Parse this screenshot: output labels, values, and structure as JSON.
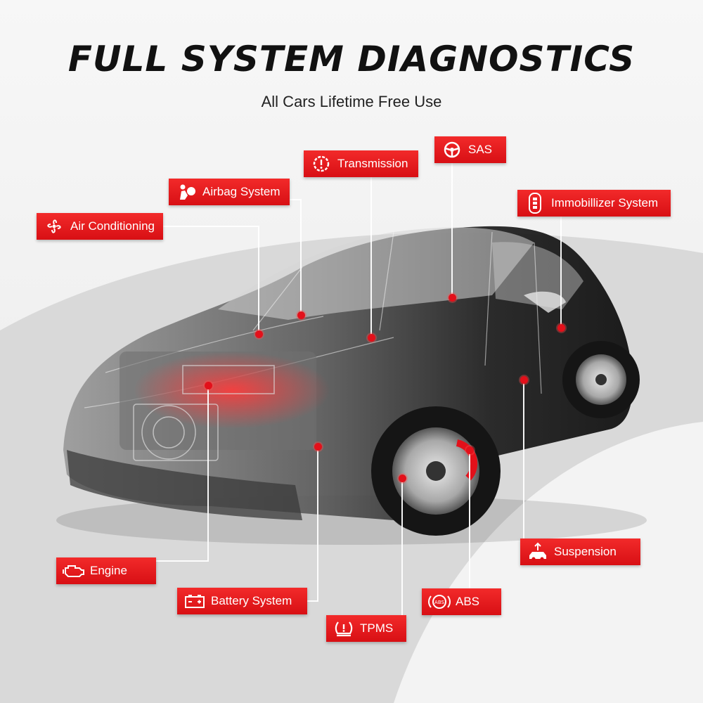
{
  "header": {
    "title": "FULL SYSTEM DIAGNOSTICS",
    "subtitle": "All Cars Lifetime Free Use"
  },
  "colors": {
    "accent": "#e3101a",
    "tag_background": "#d80f14",
    "tag_text": "#ffffff",
    "title_text": "#111111"
  },
  "systems": [
    {
      "id": "transmission",
      "label": "Transmission",
      "icon": "warning-gear-icon"
    },
    {
      "id": "sas",
      "label": "SAS",
      "icon": "steering-wheel-icon"
    },
    {
      "id": "airbag",
      "label": "Airbag System",
      "icon": "airbag-icon"
    },
    {
      "id": "immobilizer",
      "label": "Immobillizer System",
      "icon": "car-key-icon"
    },
    {
      "id": "air-conditioning",
      "label": "Air Conditioning",
      "icon": "fan-icon"
    },
    {
      "id": "engine",
      "label": "Engine",
      "icon": "engine-icon"
    },
    {
      "id": "suspension",
      "label": "Suspension",
      "icon": "suspension-icon"
    },
    {
      "id": "battery",
      "label": "Battery System",
      "icon": "battery-icon"
    },
    {
      "id": "abs",
      "label": "ABS",
      "icon": "abs-icon"
    },
    {
      "id": "tpms",
      "label": "TPMS",
      "icon": "tire-pressure-icon"
    }
  ]
}
